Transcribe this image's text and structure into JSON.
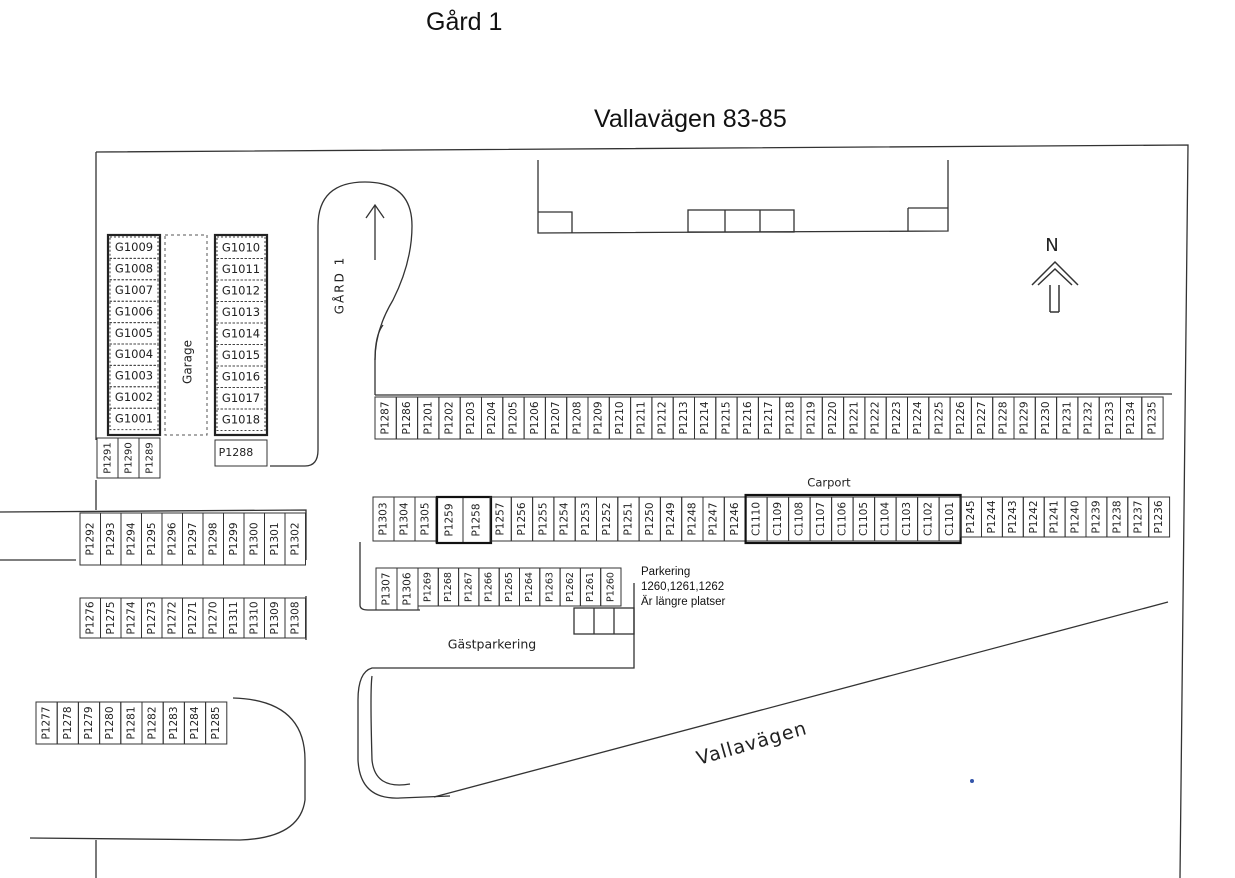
{
  "titles": {
    "area": "Gård 1",
    "address": "Vallavägen 83-85"
  },
  "labels": {
    "garage": "Garage",
    "gard_road": "GÅRD 1",
    "carport": "Carport",
    "guest_parking": "Gästparkering",
    "street": "Vallavägen",
    "north": "N"
  },
  "note": {
    "line1": "Parkering",
    "line2": "1260,1261,1262",
    "line3": "Är längre platser"
  },
  "garage_left": [
    "G1009",
    "G1008",
    "G1007",
    "G1006",
    "G1005",
    "G1004",
    "G1003",
    "G1002",
    "G1001"
  ],
  "garage_right": [
    "G1010",
    "G1011",
    "G1012",
    "G1013",
    "G1014",
    "G1015",
    "G1016",
    "G1017",
    "G1018"
  ],
  "small_stack": [
    "P1291",
    "P1290",
    "P1289"
  ],
  "p1288": "P1288",
  "row_top": [
    "P1287",
    "P1286",
    "P1201",
    "P1202",
    "P1203",
    "P1204",
    "P1205",
    "P1206",
    "P1207",
    "P1208",
    "P1209",
    "P1210",
    "P1211",
    "P1212",
    "P1213",
    "P1214",
    "P1215",
    "P1216",
    "P1217",
    "P1218",
    "P1219",
    "P1220",
    "P1221",
    "P1222",
    "P1223",
    "P1224",
    "P1225",
    "P1226",
    "P1227",
    "P1228",
    "P1229",
    "P1230",
    "P1231",
    "P1232",
    "P1233",
    "P1234",
    "P1235"
  ],
  "row_mid_left": [
    "P1303",
    "P1304",
    "P1305",
    "P1259",
    "P1258",
    "P1257",
    "P1256",
    "P1255",
    "P1254",
    "P1253",
    "P1252",
    "P1251",
    "P1250",
    "P1249",
    "P1248",
    "P1247",
    "P1246"
  ],
  "carports": [
    "C1110",
    "C1109",
    "C1108",
    "C1107",
    "C1106",
    "C1105",
    "C1104",
    "C1103",
    "C1102",
    "C1101"
  ],
  "row_mid_right": [
    "P1245",
    "P1244",
    "P1243",
    "P1242",
    "P1241",
    "P1240",
    "P1239",
    "P1238",
    "P1237",
    "P1236"
  ],
  "row_guest_left": [
    "P1307",
    "P1306"
  ],
  "row_guest": [
    "P1269",
    "P1268",
    "P1267",
    "P1266",
    "P1265",
    "P1264",
    "P1263",
    "P1262",
    "P1261",
    "P1260"
  ],
  "row_left_a": [
    "P1292",
    "P1293",
    "P1294",
    "P1295",
    "P1296",
    "P1297",
    "P1298",
    "P1299",
    "P1300",
    "P1301",
    "P1302"
  ],
  "row_left_b": [
    "P1276",
    "P1275",
    "P1274",
    "P1273",
    "P1272",
    "P1271",
    "P1270",
    "P1311",
    "P1310",
    "P1309",
    "P1308"
  ],
  "row_left_c": [
    "P1277",
    "P1278",
    "P1279",
    "P1280",
    "P1281",
    "P1282",
    "P1283",
    "P1284",
    "P1285"
  ]
}
